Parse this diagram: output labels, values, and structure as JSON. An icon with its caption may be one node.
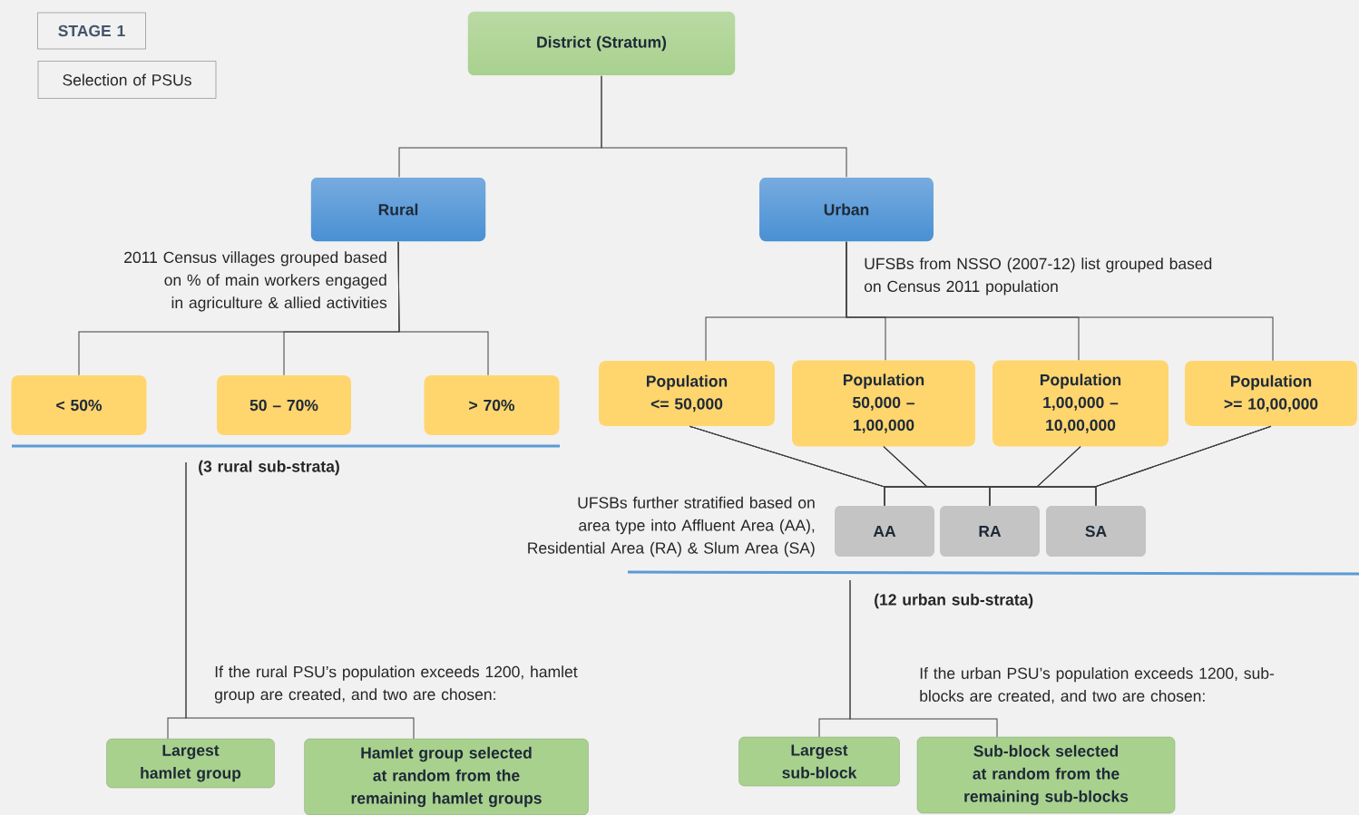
{
  "diagram": {
    "nodes": [
      {
        "text": [
          "STAGE 1"
        ]
      },
      {
        "text": [
          "Selection of PSUs"
        ]
      },
      {
        "text": [
          "District (Stratum)"
        ]
      },
      {
        "text": [
          "Rural"
        ]
      },
      {
        "text": [
          "Urban"
        ]
      },
      {
        "text": [
          "< 50%"
        ]
      },
      {
        "text": [
          "50 – 70%"
        ]
      },
      {
        "text": [
          "> 70%"
        ]
      },
      {
        "text": [
          "Population <= 50,000"
        ]
      },
      {
        "text": [
          "Population 50,000 – 1,00,000"
        ]
      },
      {
        "text": [
          "Population 1,00,000 – 10,00,000"
        ]
      },
      {
        "text": [
          "Population >= 10,00,000"
        ]
      },
      {
        "text": [
          "AA"
        ]
      },
      {
        "text": [
          "RA"
        ]
      },
      {
        "text": [
          "SA"
        ]
      },
      {
        "text": [
          "Largest hamlet group"
        ]
      },
      {
        "text": [
          "Hamlet group selected at random from the remaining hamlet groups"
        ]
      },
      {
        "text": [
          "Largest sub-block"
        ]
      },
      {
        "text": [
          "Sub-block selected at random from the remaining sub-blocks"
        ]
      }
    ],
    "edges": [
      {
        "from": 2,
        "to": 3,
        "arrow": "none"
      },
      {
        "from": 2,
        "to": 4,
        "arrow": "none"
      },
      {
        "from": 3,
        "to": 5,
        "arrow": "none"
      },
      {
        "from": 3,
        "to": 6,
        "arrow": "none"
      },
      {
        "from": 3,
        "to": 7,
        "arrow": "none"
      },
      {
        "from": 4,
        "to": 8,
        "arrow": "none"
      },
      {
        "from": 4,
        "to": 9,
        "arrow": "none"
      },
      {
        "from": 4,
        "to": 10,
        "arrow": "none"
      },
      {
        "from": 4,
        "to": 11,
        "arrow": "none"
      },
      {
        "from": 8,
        "to": 12,
        "arrow": "none"
      },
      {
        "from": 8,
        "to": 13,
        "arrow": "none"
      },
      {
        "from": 8,
        "to": 14,
        "arrow": "none"
      },
      {
        "from": 9,
        "to": 12,
        "arrow": "none"
      },
      {
        "from": 9,
        "to": 13,
        "arrow": "none"
      },
      {
        "from": 9,
        "to": 14,
        "arrow": "none"
      },
      {
        "from": 10,
        "to": 12,
        "arrow": "none"
      },
      {
        "from": 10,
        "to": 13,
        "arrow": "none"
      },
      {
        "from": 10,
        "to": 14,
        "arrow": "none"
      },
      {
        "from": 11,
        "to": 12,
        "arrow": "none"
      },
      {
        "from": 11,
        "to": 13,
        "arrow": "none"
      },
      {
        "from": 11,
        "to": 14,
        "arrow": "none"
      },
      {
        "from": null,
        "to": 15,
        "arrow": "none"
      },
      {
        "from": null,
        "to": 16,
        "arrow": "none"
      },
      {
        "from": null,
        "to": 17,
        "arrow": "none"
      },
      {
        "from": null,
        "to": 18,
        "arrow": "none"
      }
    ],
    "labels": [
      "2011 Census villages grouped based on % of main workers engaged in agriculture & allied activities",
      "UFSBs from NSSO (2007-12) list grouped based on Census 2011 population",
      "(3 rural sub-strata)",
      "UFSBs further stratified based on area type into Affluent Area (AA), Residential Area (RA) & Slum Area (SA)",
      "(12 urban sub-strata)",
      "If the rural PSU’s population exceeds 1200, hamlet group are created, and two are chosen:",
      "If the urban PSU’s population exceeds 1200, sub-blocks are created, and two are chosen:"
    ]
  }
}
